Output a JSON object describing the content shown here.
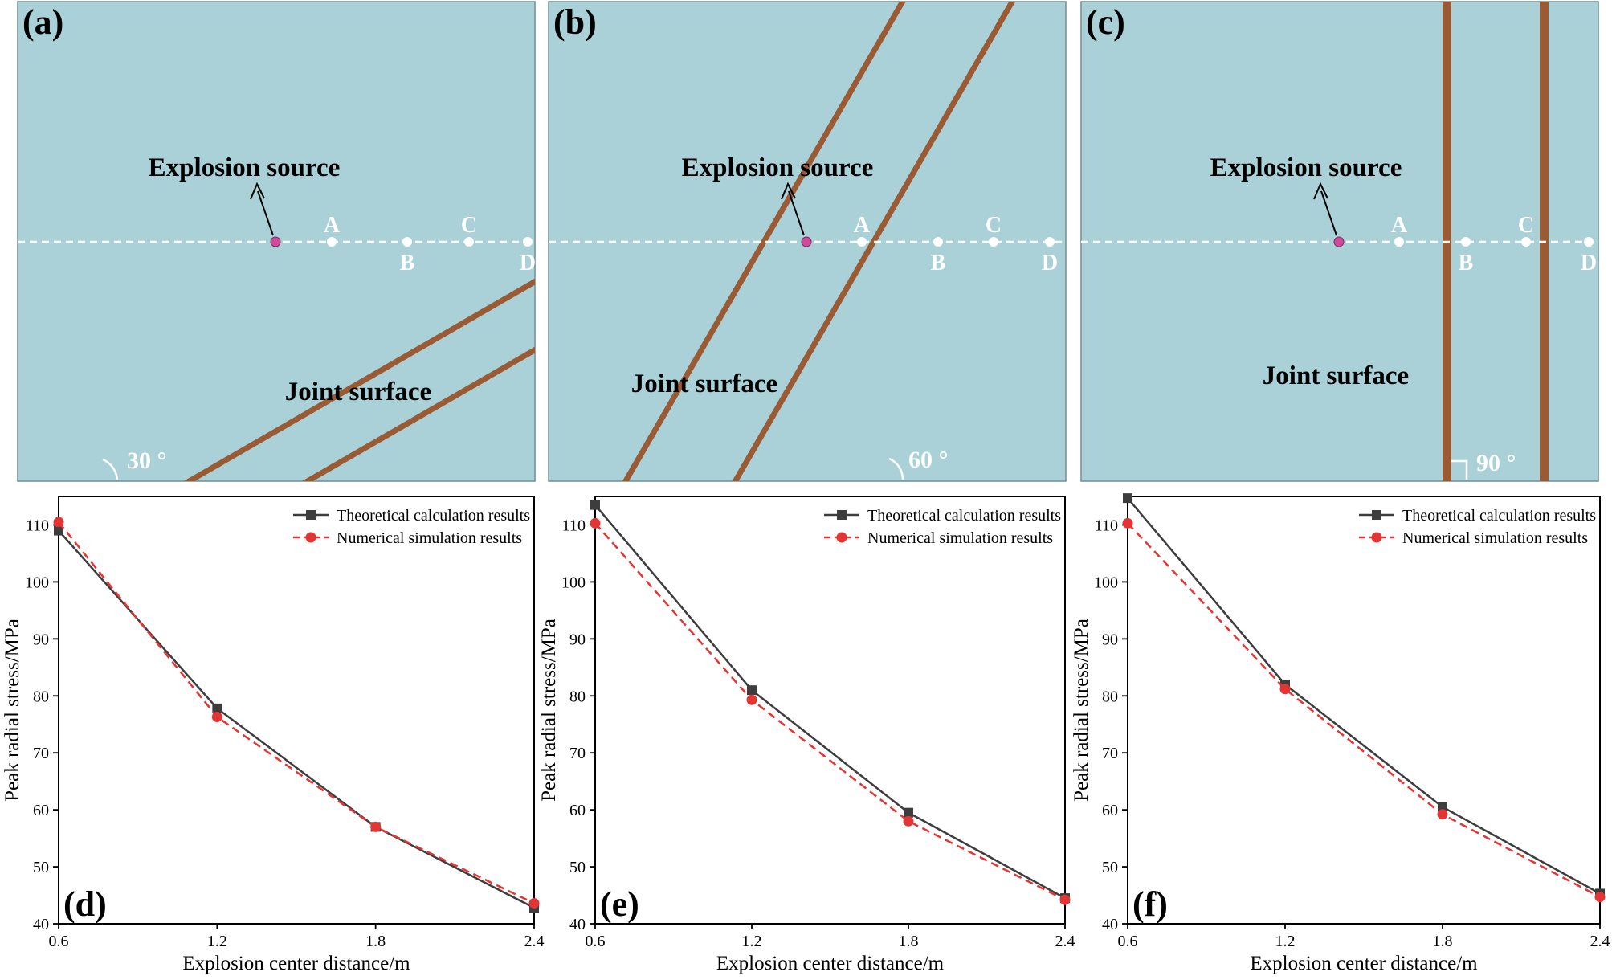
{
  "colors": {
    "model_bg": "#a9d1d7",
    "joint": "#9a5a33",
    "source_point": "#d04a9a",
    "theory": "#3d3d3d",
    "simulation": "#e43535"
  },
  "annotations": {
    "source_label": "Explosion source",
    "joint_label": "Joint surface",
    "points": [
      "A",
      "B",
      "C",
      "D"
    ]
  },
  "panels_top": [
    {
      "id": "(a)",
      "angle_label": "30 °",
      "joint_angle_deg": 30
    },
    {
      "id": "(b)",
      "angle_label": "60 °",
      "joint_angle_deg": 60
    },
    {
      "id": "(c)",
      "angle_label": "90 °",
      "joint_angle_deg": 90
    }
  ],
  "chart_data": [
    {
      "type": "line",
      "panel": "(d)",
      "xlabel": "Explosion center distance/m",
      "ylabel": "Peak radial stress/MPa",
      "x": [
        0.6,
        1.2,
        1.8,
        2.4
      ],
      "x_tick_labels": [
        "0.6",
        "1.2",
        "1.8",
        "2.4"
      ],
      "xlim": [
        0.6,
        2.4
      ],
      "ylim": [
        40,
        115
      ],
      "y_ticks": [
        40,
        50,
        60,
        70,
        80,
        90,
        100,
        110
      ],
      "legend_position": "top-right",
      "series": [
        {
          "name": "Theoretical calculation results",
          "values": [
            109.0,
            77.8,
            57.0,
            42.8
          ]
        },
        {
          "name": "Numerical simulation results",
          "values": [
            110.5,
            76.3,
            57.0,
            43.6
          ]
        }
      ]
    },
    {
      "type": "line",
      "panel": "(e)",
      "xlabel": "Explosion center distance/m",
      "ylabel": "Peak radial stress/MPa",
      "x": [
        0.6,
        1.2,
        1.8,
        2.4
      ],
      "x_tick_labels": [
        "0.6",
        "1.2",
        "1.8",
        "2.4"
      ],
      "xlim": [
        0.6,
        2.4
      ],
      "ylim": [
        40,
        115
      ],
      "y_ticks": [
        40,
        50,
        60,
        70,
        80,
        90,
        100,
        110
      ],
      "legend_position": "top-right",
      "series": [
        {
          "name": "Theoretical calculation results",
          "values": [
            113.5,
            81.0,
            59.5,
            44.5
          ]
        },
        {
          "name": "Numerical simulation results",
          "values": [
            110.3,
            79.3,
            58.0,
            44.2
          ]
        }
      ]
    },
    {
      "type": "line",
      "panel": "(f)",
      "xlabel": "Explosion center distance/m",
      "ylabel": "Peak radial stress/MPa",
      "x": [
        0.6,
        1.2,
        1.8,
        2.4
      ],
      "x_tick_labels": [
        "0.6",
        "1.2",
        "1.8",
        "2.4"
      ],
      "xlim": [
        0.6,
        2.4
      ],
      "ylim": [
        40,
        115
      ],
      "y_ticks": [
        40,
        50,
        60,
        70,
        80,
        90,
        100,
        110
      ],
      "legend_position": "top-right",
      "series": [
        {
          "name": "Theoretical calculation results",
          "values": [
            114.7,
            82.0,
            60.5,
            45.3
          ]
        },
        {
          "name": "Numerical simulation results",
          "values": [
            110.3,
            81.2,
            59.2,
            44.7
          ]
        }
      ]
    }
  ]
}
